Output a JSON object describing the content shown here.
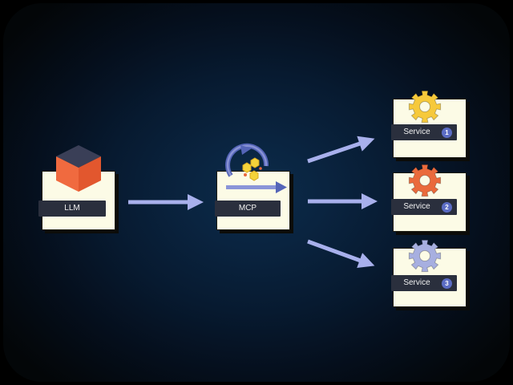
{
  "nodes": {
    "llm": {
      "label": "LLM"
    },
    "mcp": {
      "label": "MCP"
    },
    "services": [
      {
        "label": "Service",
        "number": "1",
        "gear_color": "#f6c93b"
      },
      {
        "label": "Service",
        "number": "2",
        "gear_color": "#ea6a3c"
      },
      {
        "label": "Service",
        "number": "3",
        "gear_color": "#a7afe0"
      }
    ]
  },
  "colors": {
    "arrow": "#a8b0ec",
    "card": "#fcfbe6",
    "label_bg": "#2a2f3d",
    "badge": "#5b6cc4",
    "cube_top": "#3a3f57",
    "cube_left": "#f06a3f",
    "cube_right": "#e2572e",
    "hex": "#f5d33a",
    "mcp_ring": "#5565b8"
  },
  "icons": {
    "llm": "cube-icon",
    "mcp": "cycle-hexagons-icon",
    "service": "gear-icon"
  }
}
